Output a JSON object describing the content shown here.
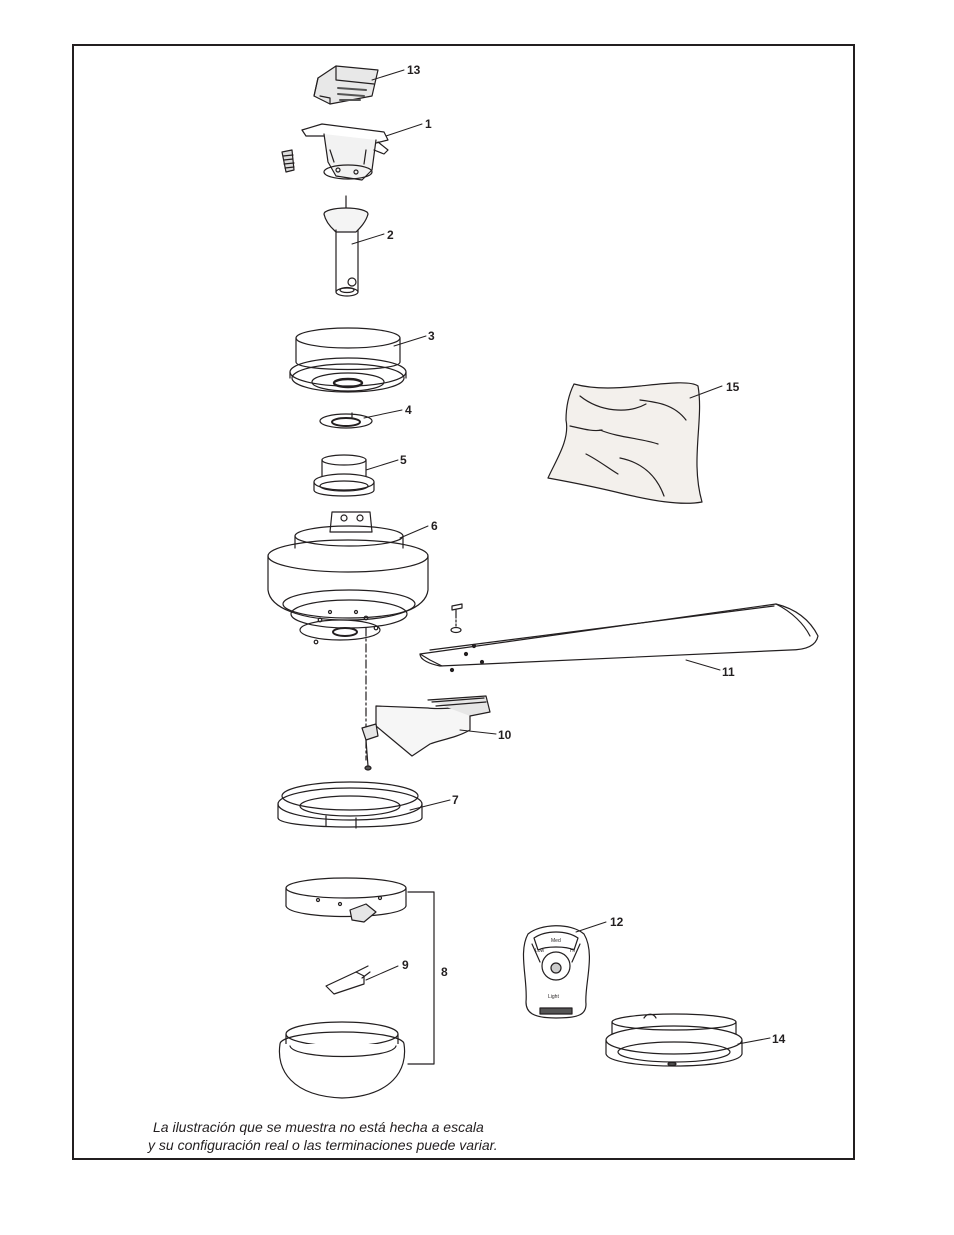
{
  "parts": [
    {
      "id": "part-13",
      "label": "13"
    },
    {
      "id": "part-1",
      "label": "1"
    },
    {
      "id": "part-2",
      "label": "2"
    },
    {
      "id": "part-3",
      "label": "3"
    },
    {
      "id": "part-4",
      "label": "4"
    },
    {
      "id": "part-5",
      "label": "5"
    },
    {
      "id": "part-6",
      "label": "6"
    },
    {
      "id": "part-7",
      "label": "7"
    },
    {
      "id": "part-8",
      "label": "8"
    },
    {
      "id": "part-9",
      "label": "9"
    },
    {
      "id": "part-10",
      "label": "10"
    },
    {
      "id": "part-11",
      "label": "11"
    },
    {
      "id": "part-12",
      "label": "12"
    },
    {
      "id": "part-14",
      "label": "14"
    },
    {
      "id": "part-15",
      "label": "15"
    }
  ],
  "remote": {
    "button_top": "Med",
    "button_left": "Low",
    "button_right": "Hi",
    "button_light": "Light"
  },
  "note": {
    "line1": "La ilustración que se muestra no está hecha a escala",
    "line2": "y su configuración real o las terminaciones puede variar."
  }
}
